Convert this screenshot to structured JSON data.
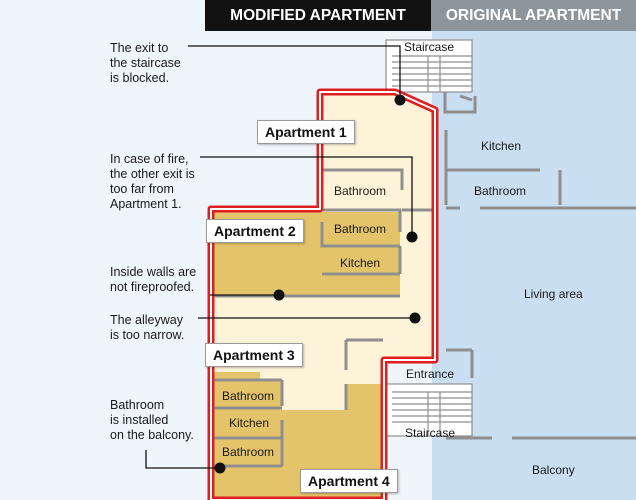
{
  "headers": {
    "modified": "MODIFIED APARTMENT",
    "original": "ORIGINAL APARTMENT"
  },
  "notes": [
    "The exit to\nthe staircase\nis blocked.",
    "In case of fire,\nthe other exit is\ntoo far from\nApartment 1.",
    "Inside walls are\nnot fireproofed.",
    "The alleyway\nis too narrow.",
    "Bathroom\nis installed\non the balcony."
  ],
  "apartments": [
    "Apartment 1",
    "Apartment 2",
    "Apartment 3",
    "Apartment 4"
  ],
  "rooms": {
    "staircase_top": "Staircase",
    "bathroom_1": "Bathroom",
    "bathroom_2": "Bathroom",
    "kitchen_2": "Kitchen",
    "bathroom_3": "Bathroom",
    "kitchen_3": "Kitchen",
    "bathroom_4": "Bathroom",
    "entrance": "Entrance",
    "staircase_bottom": "Staircase",
    "orig_kitchen": "Kitchen",
    "orig_bathroom": "Bathroom",
    "orig_living": "Living area",
    "orig_balcony": "Balcony"
  },
  "colors": {
    "background": "#eef5fb",
    "original_side": "#c9def0",
    "light_apartment": "#fdf3d9",
    "dark_apartment": "#e4c46a",
    "outline_red": "#e02020",
    "wall_gray": "#8f8f8f"
  }
}
